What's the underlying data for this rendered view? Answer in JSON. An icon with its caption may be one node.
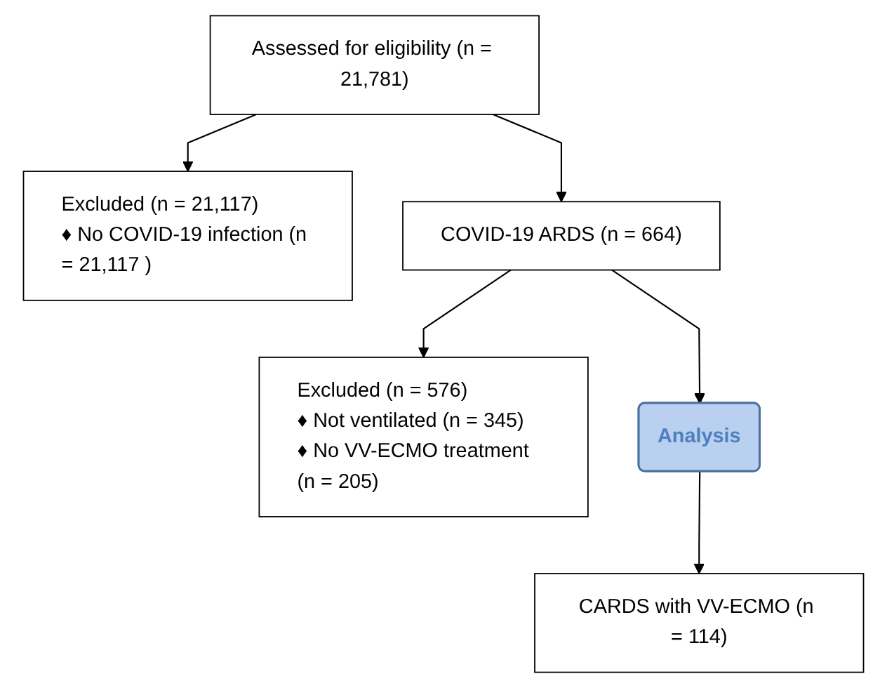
{
  "diagram": {
    "nodes": [
      {
        "text": [
          "Assessed for eligibility (n = 21,781)"
        ]
      },
      {
        "text": [
          "Excluded (n = 21,117)",
          "♦ No COVID-19 infection (n = 21,117 )"
        ]
      },
      {
        "text": [
          "COVID-19 ARDS (n = 664)"
        ]
      },
      {
        "text": [
          "Excluded (n = 576)",
          "♦ Not ventilated (n = 345)",
          "♦ No VV-ECMO treatment (n = 205)"
        ]
      },
      {
        "text": [
          "Analysis"
        ]
      },
      {
        "text": [
          "CARDS with VV-ECMO (n = 114)"
        ]
      }
    ],
    "edges": [
      {
        "from": 0,
        "to": 2,
        "arrow": "to"
      },
      {
        "from": 0,
        "to": 1,
        "arrow": "to"
      },
      {
        "from": 2,
        "to": 4,
        "arrow": "to"
      },
      {
        "from": 2,
        "to": 3,
        "arrow": "to"
      },
      {
        "from": 4,
        "to": 5,
        "arrow": "to"
      }
    ]
  }
}
